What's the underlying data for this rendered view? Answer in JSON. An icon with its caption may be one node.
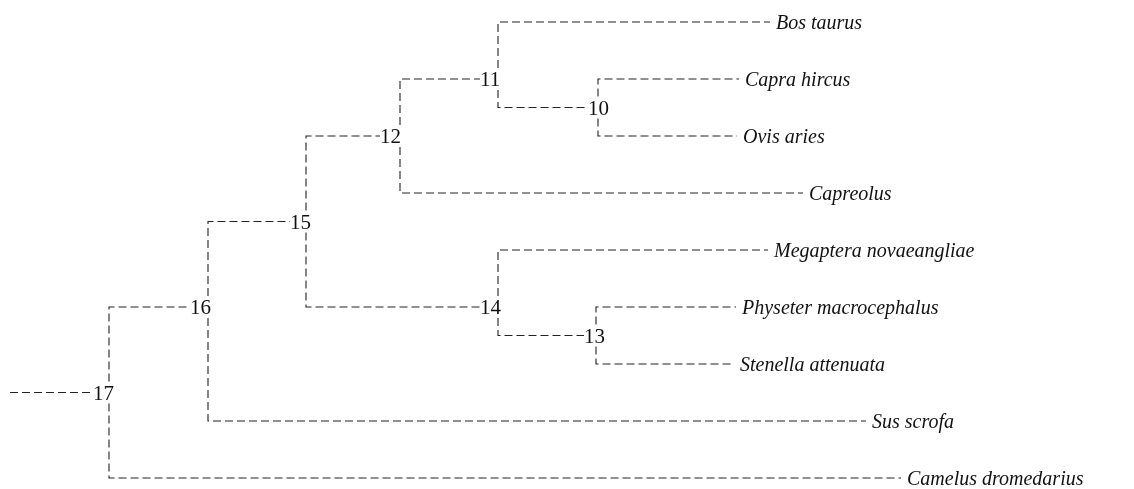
{
  "diagram": {
    "nodes": [
      {
        "text": [
          "17"
        ]
      },
      {
        "text": [
          "16"
        ]
      },
      {
        "text": [
          "15"
        ]
      },
      {
        "text": [
          "12"
        ]
      },
      {
        "text": [
          "11"
        ]
      },
      {
        "text": [
          "Bos taurus"
        ]
      },
      {
        "text": [
          "10"
        ]
      },
      {
        "text": [
          "Capra hircus"
        ]
      },
      {
        "text": [
          "Ovis aries"
        ]
      },
      {
        "text": [
          "Capreolus"
        ]
      },
      {
        "text": [
          "14"
        ]
      },
      {
        "text": [
          "Megaptera novaeangliae"
        ]
      },
      {
        "text": [
          "13"
        ]
      },
      {
        "text": [
          "Physeter macrocephalus"
        ]
      },
      {
        "text": [
          "Stenella attenuata"
        ]
      },
      {
        "text": [
          "Sus scrofa"
        ]
      },
      {
        "text": [
          "Camelus dromedarius"
        ]
      }
    ],
    "edges": [
      {
        "from": null,
        "to": 0,
        "arrow": "none"
      },
      {
        "from": 0,
        "to": 1,
        "arrow": "none"
      },
      {
        "from": 0,
        "to": 16,
        "arrow": "none"
      },
      {
        "from": 1,
        "to": 2,
        "arrow": "none"
      },
      {
        "from": 1,
        "to": 15,
        "arrow": "none"
      },
      {
        "from": 2,
        "to": 3,
        "arrow": "none"
      },
      {
        "from": 2,
        "to": 10,
        "arrow": "none"
      },
      {
        "from": 3,
        "to": 4,
        "arrow": "none"
      },
      {
        "from": 3,
        "to": 9,
        "arrow": "none"
      },
      {
        "from": 4,
        "to": 5,
        "arrow": "none"
      },
      {
        "from": 4,
        "to": 6,
        "arrow": "none"
      },
      {
        "from": 6,
        "to": 7,
        "arrow": "none"
      },
      {
        "from": 6,
        "to": 8,
        "arrow": "none"
      },
      {
        "from": 10,
        "to": 11,
        "arrow": "none"
      },
      {
        "from": 10,
        "to": 12,
        "arrow": "none"
      },
      {
        "from": 12,
        "to": 13,
        "arrow": "none"
      },
      {
        "from": 12,
        "to": 14,
        "arrow": "none"
      }
    ]
  }
}
